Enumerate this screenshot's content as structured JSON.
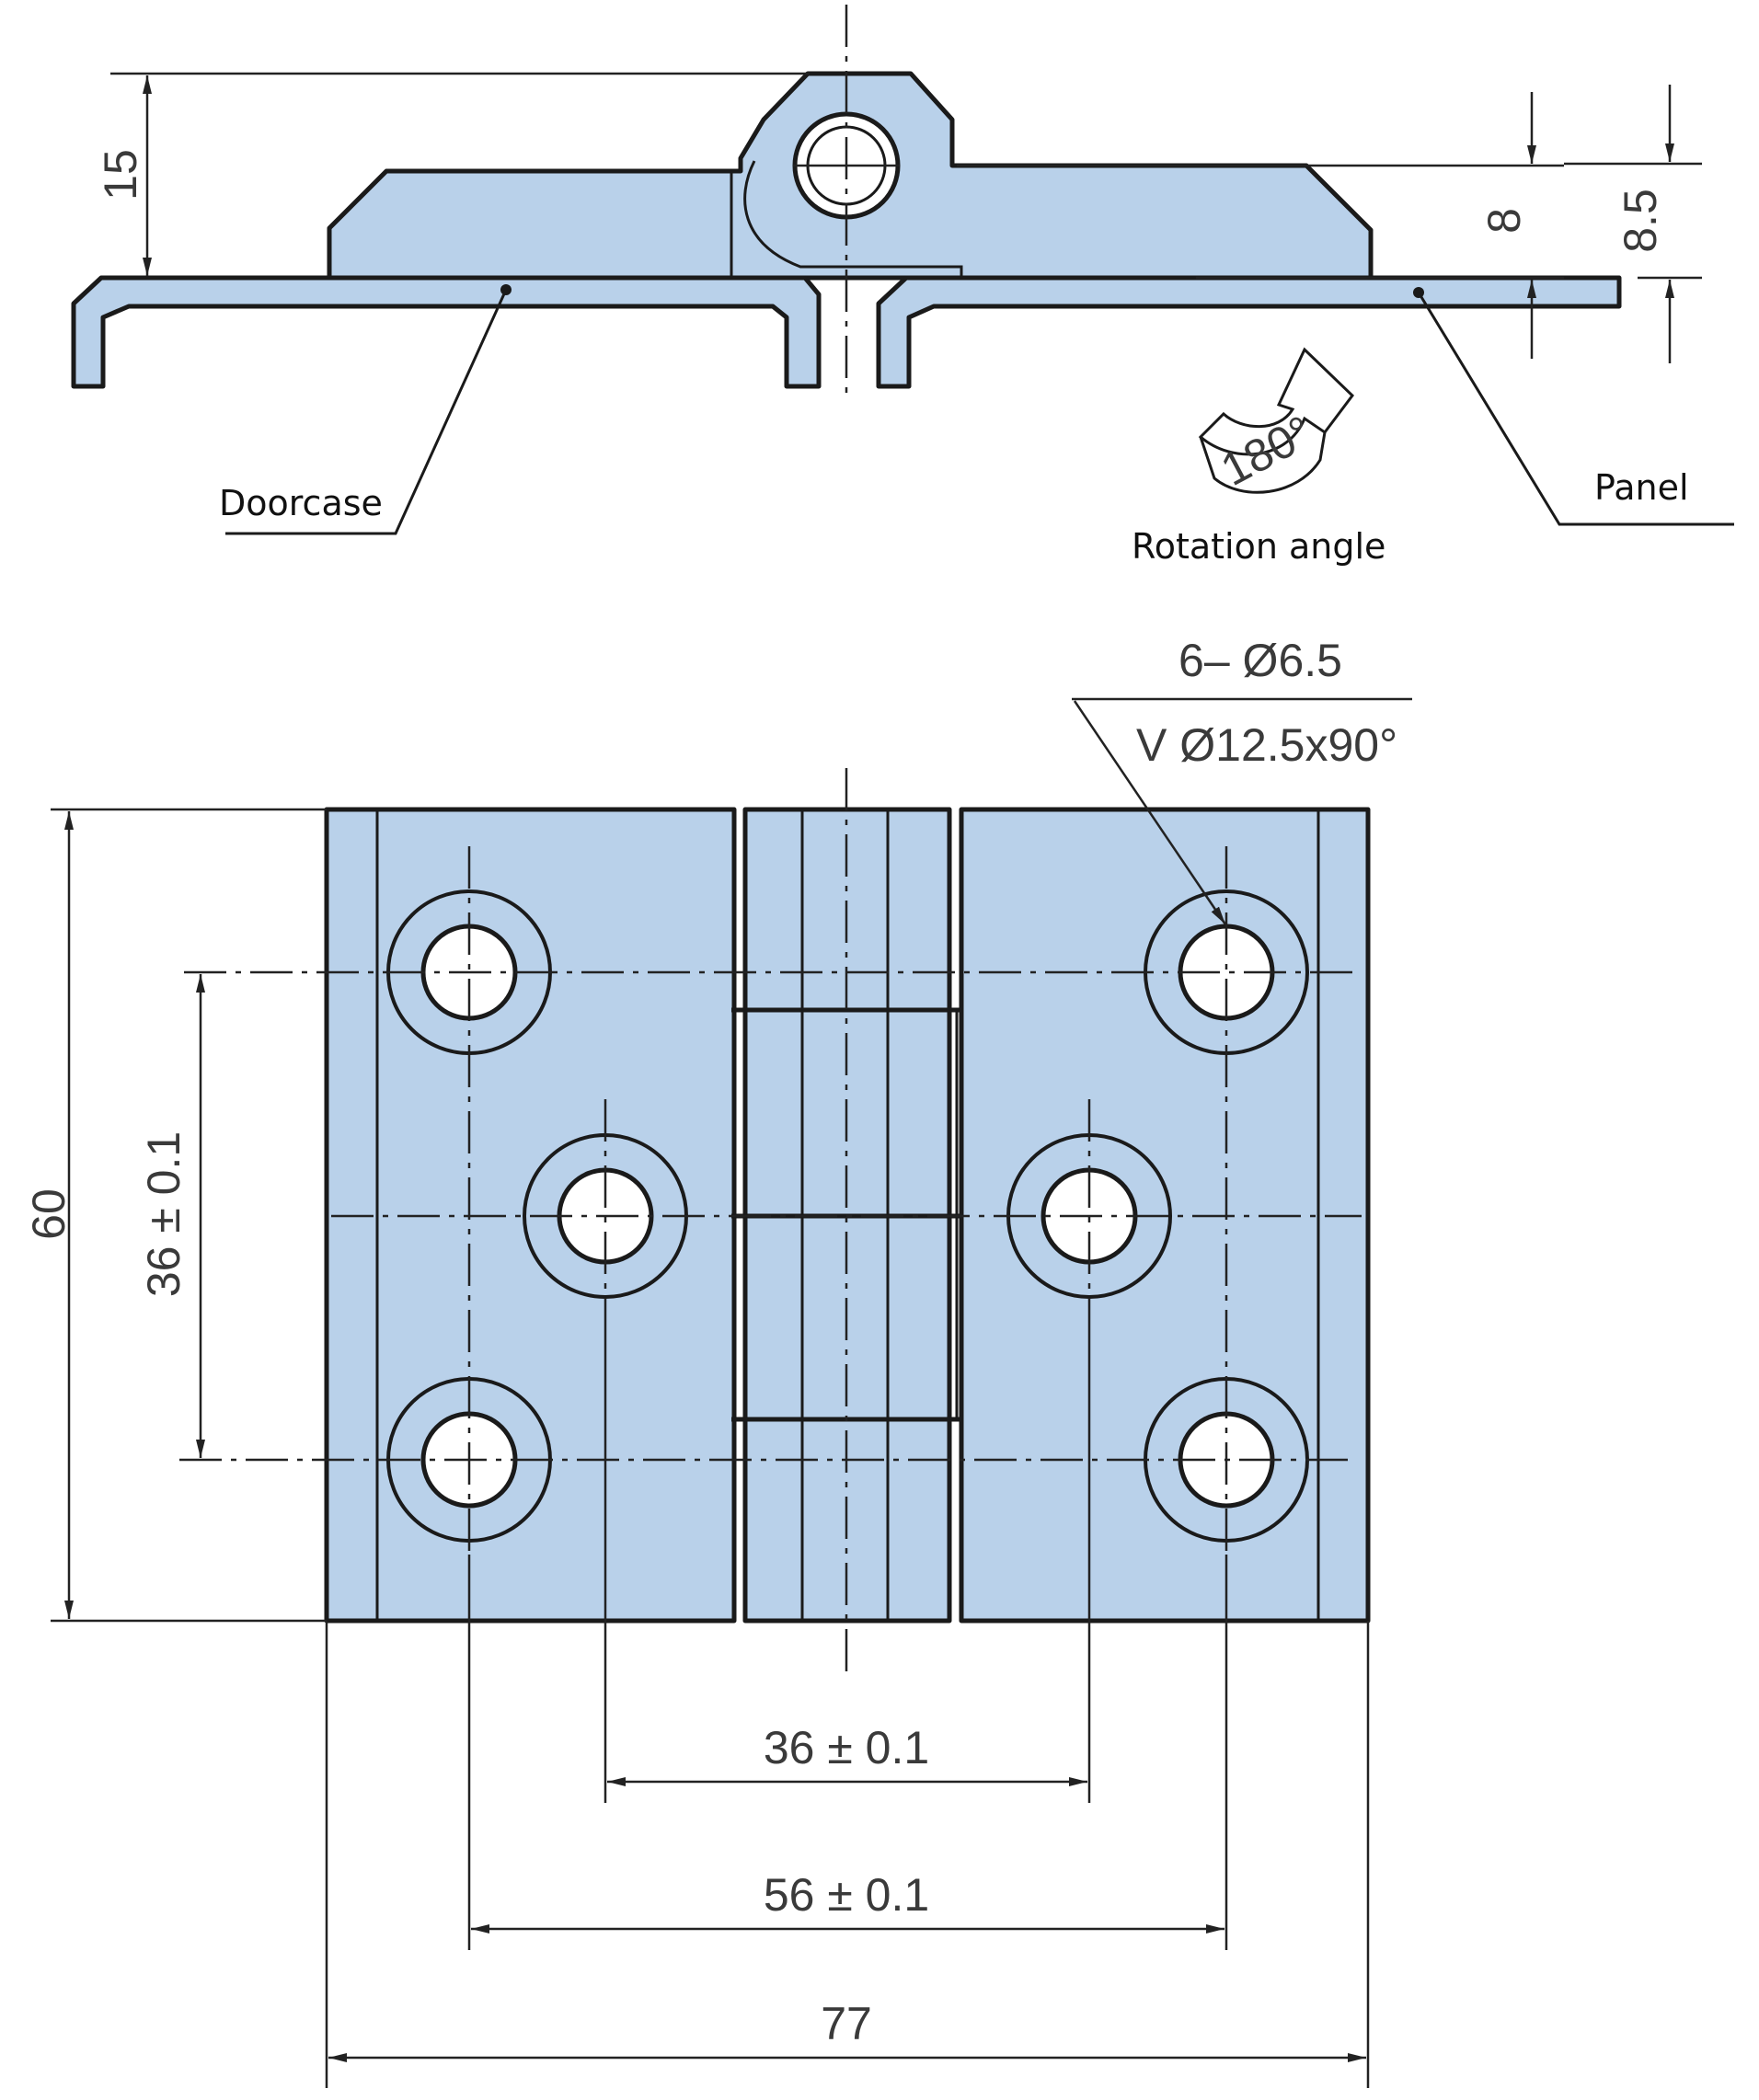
{
  "colors": {
    "fill": "#b9d1ea",
    "stroke": "#1a1a1a",
    "dimension_text": "#3a3a3a",
    "label_text": "#111111",
    "background": "#ffffff"
  },
  "side_view": {
    "dim_height_total": "15",
    "dim_leaf_height": "8",
    "dim_leaf_height_2": "8.5",
    "rotation_text": "180°"
  },
  "labels": {
    "doorcase": "Doorcase",
    "panel": "Panel",
    "rotation_angle": "Rotation angle"
  },
  "front_view": {
    "hole_callout_line1": "6– Ø6.5",
    "hole_callout_line2": "V Ø12.5x90°",
    "dim_height": "60",
    "dim_vertical_hole_pitch": "36 ± 0.1",
    "dim_inner_holes": "36 ± 0.1",
    "dim_outer_holes": "56 ± 0.1",
    "dim_width": "77"
  }
}
